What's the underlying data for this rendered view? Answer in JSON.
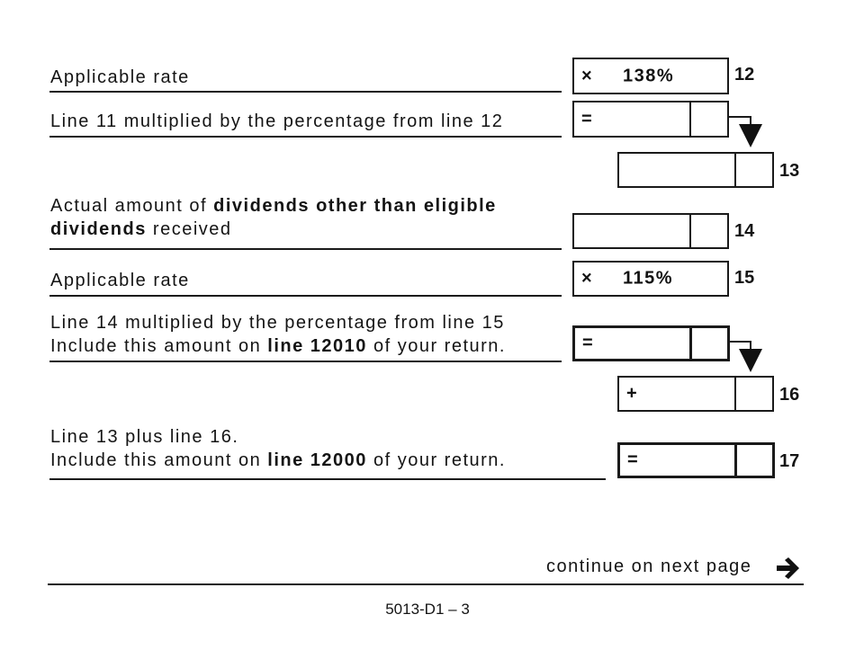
{
  "form": {
    "lines": [
      {
        "number": "12",
        "label": "Applicable rate",
        "operator": "×",
        "value": "138%"
      },
      {
        "number": "",
        "label": "Line 11 multiplied by the percentage from line 12",
        "operator": "=",
        "value": ""
      },
      {
        "number": "13",
        "operator": "",
        "value": ""
      },
      {
        "number": "14",
        "label_parts": [
          "Actual amount of ",
          "dividends other than eligible",
          "dividends",
          " received"
        ],
        "operator": "",
        "value": ""
      },
      {
        "number": "15",
        "label": "Applicable rate",
        "operator": "×",
        "value": "115%"
      },
      {
        "number": "",
        "label_line1": "Line 14 multiplied by the percentage from line 15",
        "label_line2_parts": [
          "Include this amount on ",
          "line 12010",
          " of your return."
        ],
        "operator": "=",
        "value": ""
      },
      {
        "number": "16",
        "operator": "+",
        "value": ""
      },
      {
        "number": "17",
        "label_line1": "Line 13 plus line 16.",
        "label_line2_parts": [
          "Include this amount on ",
          "line 12000",
          " of your return."
        ],
        "operator": "=",
        "value": ""
      }
    ]
  },
  "footer": {
    "continue_text": "continue on next page",
    "continue_icon": "arrow-right-icon",
    "page_id": "5013-D1 – 3"
  }
}
